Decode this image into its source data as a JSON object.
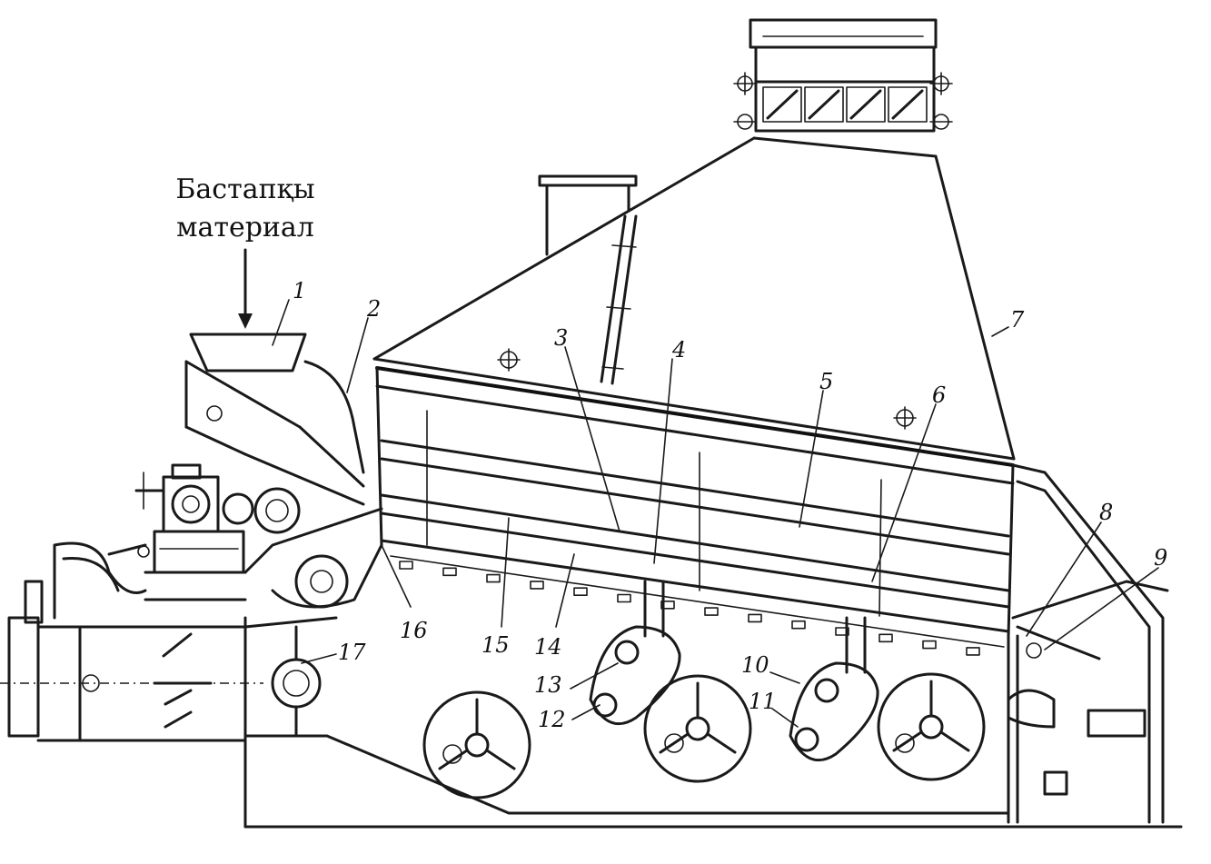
{
  "diagram": {
    "input_label_line1": "Бастапқы",
    "input_label_line2": "материал",
    "callouts": [
      "1",
      "2",
      "3",
      "4",
      "5",
      "6",
      "7",
      "8",
      "9",
      "10",
      "11",
      "12",
      "13",
      "14",
      "15",
      "16",
      "17"
    ]
  }
}
